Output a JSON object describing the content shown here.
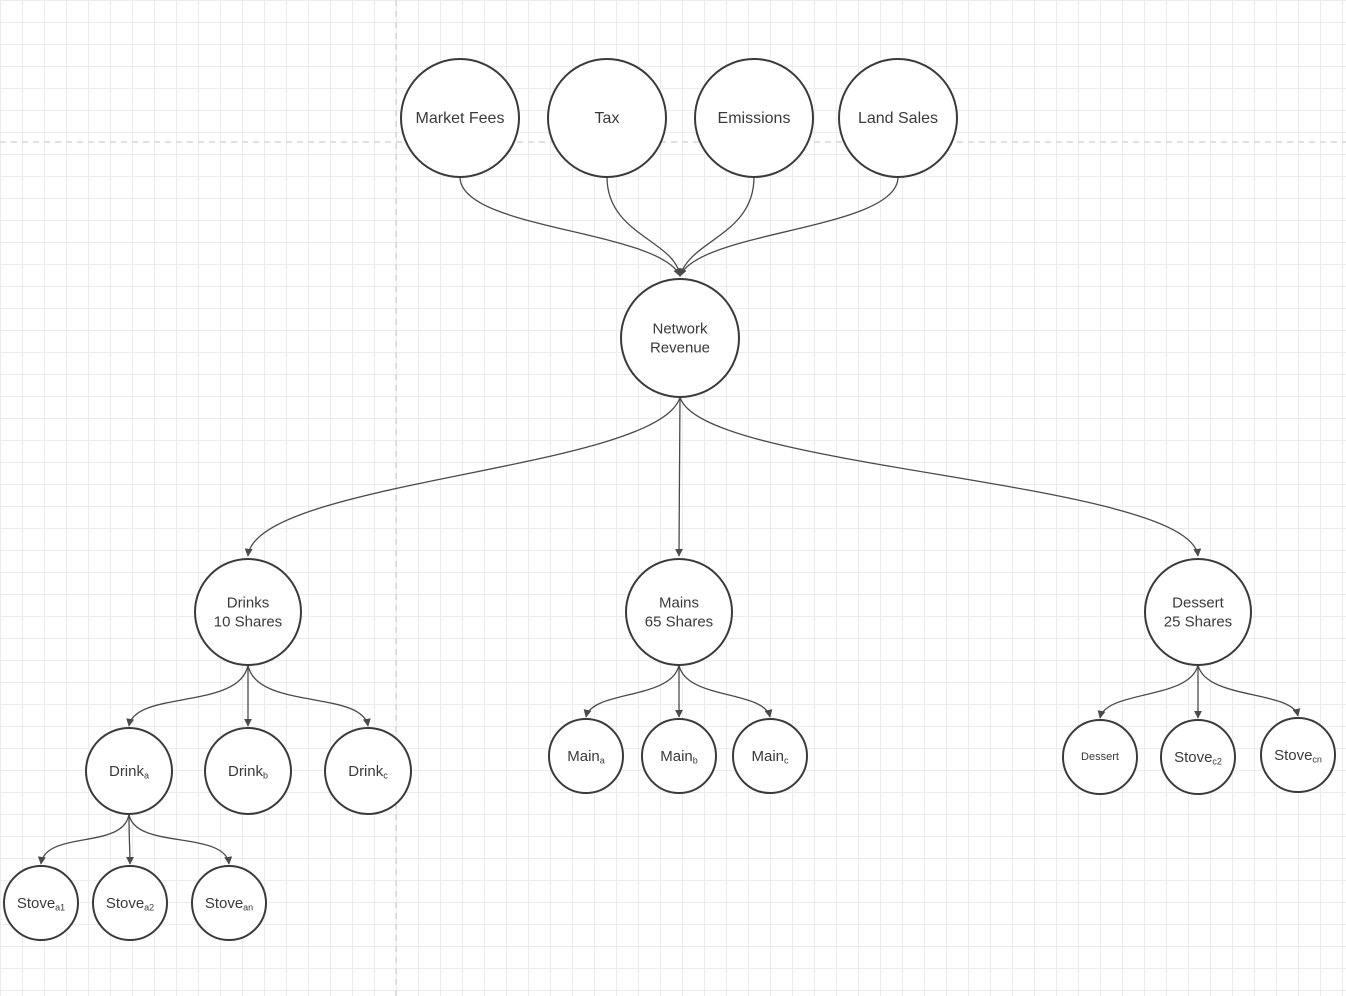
{
  "diagram": {
    "nodes": [
      {
        "id": "market_fees",
        "label": "Market Fees"
      },
      {
        "id": "tax",
        "label": "Tax"
      },
      {
        "id": "emissions",
        "label": "Emissions"
      },
      {
        "id": "land_sales",
        "label": "Land Sales"
      },
      {
        "id": "network_revenue",
        "label": "Network\nRevenue"
      },
      {
        "id": "drinks",
        "label": "Drinks\n10 Shares"
      },
      {
        "id": "mains",
        "label": "Mains\n65 Shares"
      },
      {
        "id": "dessert",
        "label": "Dessert\n25 Shares"
      },
      {
        "id": "drink_a",
        "label": "Drink",
        "sub": "a"
      },
      {
        "id": "drink_b",
        "label": "Drink",
        "sub": "b"
      },
      {
        "id": "drink_c",
        "label": "Drink",
        "sub": "c"
      },
      {
        "id": "main_a",
        "label": "Main",
        "sub": "a"
      },
      {
        "id": "main_b",
        "label": "Main",
        "sub": "b"
      },
      {
        "id": "main_c",
        "label": "Main",
        "sub": "c"
      },
      {
        "id": "dessert_leaf",
        "label": "Dessert"
      },
      {
        "id": "stove_c2",
        "label": "Stove",
        "sub": "c2"
      },
      {
        "id": "stove_cn",
        "label": "Stove",
        "sub": "cn"
      },
      {
        "id": "stove_a1",
        "label": "Stove",
        "sub": "a1"
      },
      {
        "id": "stove_a2",
        "label": "Stove",
        "sub": "a2"
      },
      {
        "id": "stove_an",
        "label": "Stove",
        "sub": "an"
      }
    ],
    "edges": [
      {
        "from": "market_fees",
        "to": "network_revenue"
      },
      {
        "from": "tax",
        "to": "network_revenue"
      },
      {
        "from": "emissions",
        "to": "network_revenue"
      },
      {
        "from": "land_sales",
        "to": "network_revenue"
      },
      {
        "from": "network_revenue",
        "to": "drinks"
      },
      {
        "from": "network_revenue",
        "to": "mains"
      },
      {
        "from": "network_revenue",
        "to": "dessert"
      },
      {
        "from": "drinks",
        "to": "drink_a"
      },
      {
        "from": "drinks",
        "to": "drink_b"
      },
      {
        "from": "drinks",
        "to": "drink_c"
      },
      {
        "from": "mains",
        "to": "main_a"
      },
      {
        "from": "mains",
        "to": "main_b"
      },
      {
        "from": "mains",
        "to": "main_c"
      },
      {
        "from": "dessert",
        "to": "dessert_leaf"
      },
      {
        "from": "dessert",
        "to": "stove_c2"
      },
      {
        "from": "dessert",
        "to": "stove_cn"
      },
      {
        "from": "drink_a",
        "to": "stove_a1"
      },
      {
        "from": "drink_a",
        "to": "stove_a2"
      },
      {
        "from": "drink_a",
        "to": "stove_an"
      }
    ],
    "colors": {
      "stroke": "#3a3a3a",
      "grid": "#ececec",
      "background": "#ffffff"
    }
  }
}
